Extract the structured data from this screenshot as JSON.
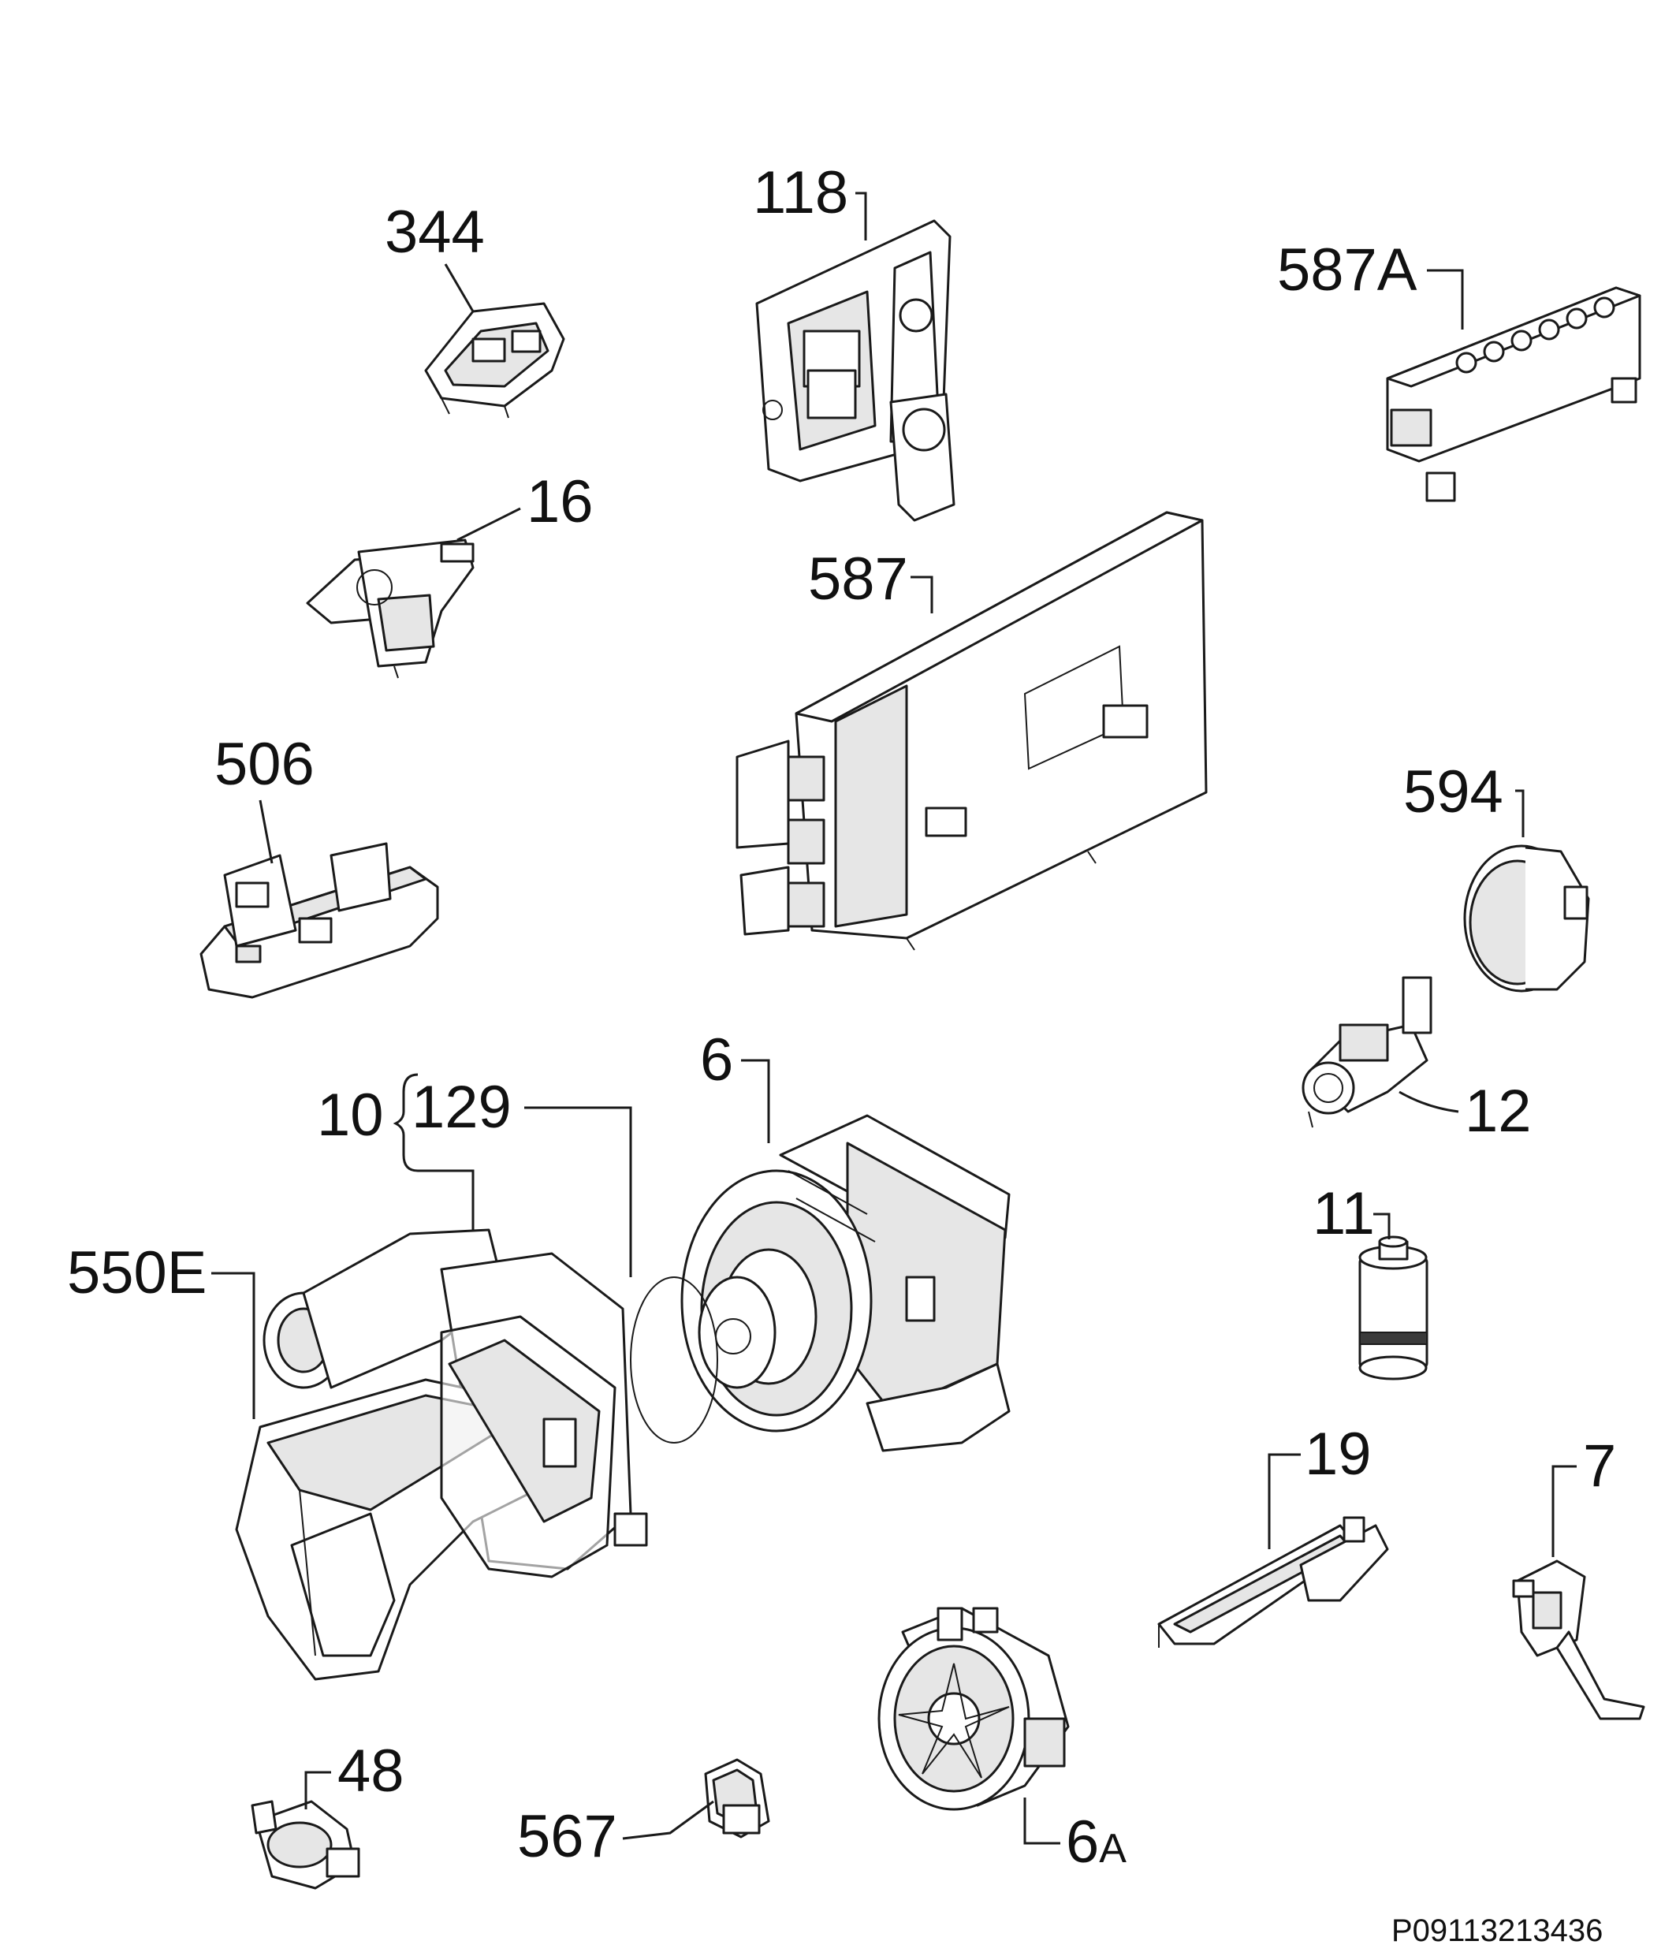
{
  "diagram": {
    "document_code": "P09113213436",
    "parts": [
      {
        "id": "p344",
        "label": "344"
      },
      {
        "id": "p16",
        "label": "16"
      },
      {
        "id": "p118",
        "label": "118"
      },
      {
        "id": "p587A",
        "label": "587A"
      },
      {
        "id": "p587",
        "label": "587"
      },
      {
        "id": "p506",
        "label": "506"
      },
      {
        "id": "p594",
        "label": "594"
      },
      {
        "id": "p12",
        "label": "12"
      },
      {
        "id": "p6",
        "label": "6"
      },
      {
        "id": "p10",
        "label": "10"
      },
      {
        "id": "p129",
        "label": "129"
      },
      {
        "id": "p550E",
        "label": "550E"
      },
      {
        "id": "p11",
        "label": "11"
      },
      {
        "id": "p19",
        "label": "19"
      },
      {
        "id": "p7",
        "label": "7"
      },
      {
        "id": "p48",
        "label": "48"
      },
      {
        "id": "p567",
        "label": "567"
      },
      {
        "id": "p6A",
        "label": "6",
        "suffix": "A"
      }
    ]
  }
}
